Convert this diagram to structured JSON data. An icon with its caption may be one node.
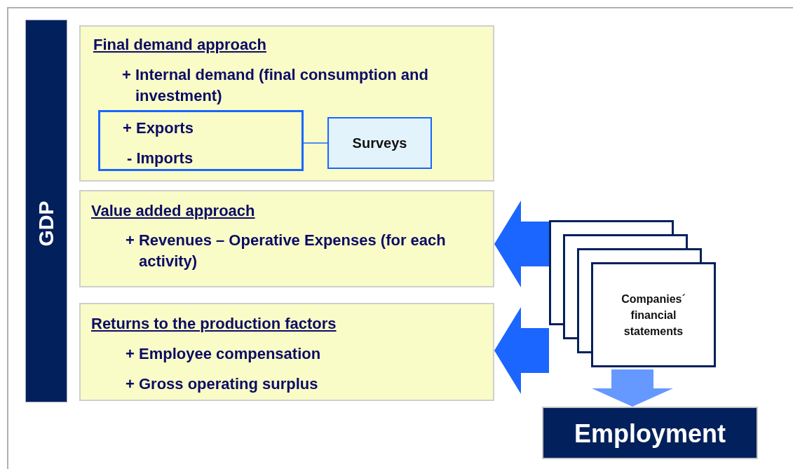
{
  "diagram": {
    "nodes": [
      {
        "text": [
          "GDP"
        ]
      },
      {
        "text": [
          "Final demand approach",
          "+ Internal demand (final consumption and investment)"
        ]
      },
      {
        "text": [
          "+ Exports",
          "- Imports"
        ],
        "in": 1
      },
      {
        "text": [
          "Surveys"
        ],
        "in": 1
      },
      {
        "text": [
          "Value added approach",
          "+ Revenues – Operative Expenses (for each activity)"
        ]
      },
      {
        "text": [
          "Returns to the production factors",
          "+ Employee compensation",
          "+ Gross operating surplus"
        ]
      },
      {
        "text": [
          "Companies´ financial statements"
        ]
      },
      {
        "text": [
          "Employment"
        ]
      }
    ],
    "edges": [
      {
        "from": 2,
        "to": 3,
        "arrow": "none"
      },
      {
        "from": 6,
        "to": 4,
        "arrow": "to",
        "style": "thick"
      },
      {
        "from": 6,
        "to": 5,
        "arrow": "to",
        "style": "thick"
      },
      {
        "from": 6,
        "to": 7,
        "arrow": "to",
        "style": "thick",
        "color": "#6699ff"
      }
    ]
  }
}
